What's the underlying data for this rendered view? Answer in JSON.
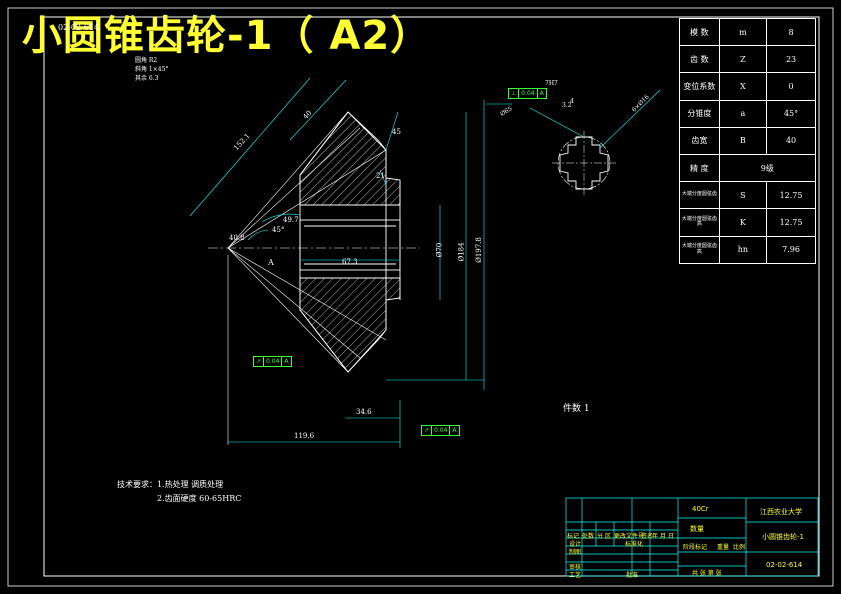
{
  "title": "小圆锥齿轮-1（ A2）",
  "drawing_no": "02-02-614",
  "gear_table": [
    {
      "name": "模 数",
      "sym": "m",
      "val": "8"
    },
    {
      "name": "齿 数",
      "sym": "Z",
      "val": "23"
    },
    {
      "name": "变位系数",
      "sym": "X",
      "val": "0"
    },
    {
      "name": "分锥度",
      "sym": "a",
      "val": "45°"
    },
    {
      "name": "齿宽",
      "sym": "B",
      "val": "40"
    },
    {
      "name": "精 度",
      "sym": "",
      "val": "9级"
    },
    {
      "name": "大端分度圆弦齿",
      "sym": "S",
      "val": "12.75"
    },
    {
      "name": "大端分度圆弦齿高",
      "sym": "K",
      "val": "12.75"
    },
    {
      "name": "大端分度圆弦齿高",
      "sym": "hn",
      "val": "7.96"
    }
  ],
  "gear_notes": [
    "圆角 R2",
    "斜角 1×45°",
    "其余 6.3"
  ],
  "dims": {
    "d1": "152.1",
    "d2": "40",
    "d3": "45",
    "d4": "21",
    "d5": "49.7",
    "d6": "45°",
    "d7": "40.8",
    "d8": "67.3",
    "d9": "Ø70",
    "d10": "Ø184",
    "d11": "Ø197.8",
    "d12": "34.6",
    "d13": "119.6",
    "d14": "4",
    "d15": "3.2",
    "d16": "7H7",
    "d17": "Ø65",
    "d18": "6×Ø16",
    "datum_a": "A"
  },
  "fcf": [
    {
      "sym": "⊥",
      "tol": "0.04",
      "ref": "A"
    },
    {
      "sym": "↗",
      "tol": "0.04",
      "ref": "A"
    },
    {
      "sym": "↗",
      "tol": "0.04",
      "ref": "A"
    }
  ],
  "piece_count": "件数 1",
  "tech_req": [
    "技术要求：1.热处理 调质处理",
    "2.齿面硬度 60-65HRC"
  ],
  "title_block": {
    "material": "40Cr",
    "school": "江西农业大学",
    "part_name": "小圆锥齿轮-1",
    "drawing_no": "02-02-614",
    "qty_label": "数量",
    "row_labels": [
      "标记",
      "处数",
      "分 区",
      "更改文件号",
      "签名",
      "年 月 日"
    ],
    "left_labels": [
      "设计",
      "制图",
      "审核",
      "工艺"
    ],
    "mid_labels": [
      "标准化",
      "批准"
    ],
    "stage_labels": [
      "阶段标记",
      "重量",
      "比例"
    ],
    "bottom_labels": [
      "共 张 第 张"
    ]
  },
  "colors": {
    "bg": "#000000",
    "line": "#ffffff",
    "dim": "#00ffff",
    "tol": "#33ff33",
    "title": "#ffff33"
  }
}
